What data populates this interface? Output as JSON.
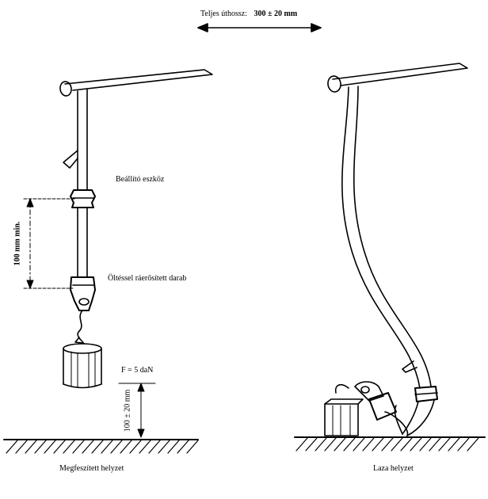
{
  "total_length": {
    "label": "Teljes úthossz:",
    "value": "300 ± 20 mm"
  },
  "left_figure": {
    "adjuster_label": "Beállító eszköz",
    "sewn_part_label": "Öltéssel ráerősített darab",
    "min_length_label": "100 mm min.",
    "force_label": "F = 5 daN",
    "height_label": "100 ± 20 mm",
    "caption": "Megfeszített helyzet"
  },
  "right_figure": {
    "caption": "Laza helyzet"
  },
  "colors": {
    "ink": "#000000",
    "paper": "#ffffff"
  }
}
